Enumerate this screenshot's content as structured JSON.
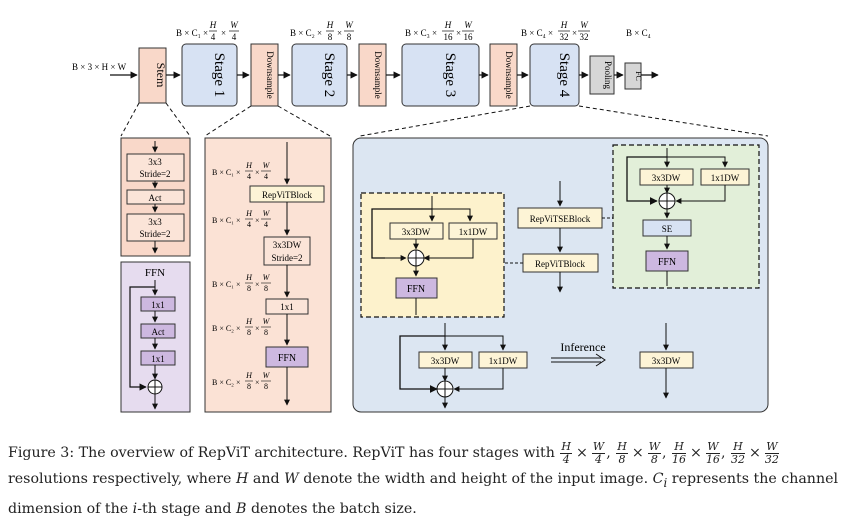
{
  "diagram": {
    "input_shape": "B × 3 × H × W",
    "stem": "Stem",
    "stage1": "Stage 1",
    "stage2": "Stage 2",
    "stage3": "Stage 3",
    "stage4": "Stage 4",
    "downsample": "Downsample",
    "pooling": "Pooling",
    "fc": "FC",
    "shape_prefix_c1": "B × C₁ ×",
    "shape_prefix_c2": "B × C₂ ×",
    "shape_prefix_c3": "B × C₃ ×",
    "shape_prefix_c4": "B × C₄ ×",
    "shape_out": "B × C₄",
    "stem_detail": {
      "conv1_line1": "3x3",
      "conv1_line2": "Stride=2",
      "act": "Act",
      "conv2_line1": "3x3",
      "conv2_line2": "Stride=2"
    },
    "ffn_detail": {
      "title": "FFN",
      "conv1": "1x1",
      "act": "Act",
      "conv2": "1x1"
    },
    "downsample_detail": {
      "repvit_block": "RepViTBlock",
      "dw_line1": "3x3DW",
      "dw_line2": "Stride=2",
      "conv": "1x1",
      "ffn": "FFN"
    },
    "block_detail": {
      "dw": "3x3DW",
      "pw": "1x1DW",
      "ffn": "FFN",
      "se_block": "RepViTSEBlock",
      "repvit_block": "RepViTBlock",
      "se": "SE",
      "inference": "Inference"
    }
  },
  "caption": {
    "p1": "Figure 3: The overview of RepViT architecture. RepViT has four stages with",
    "p2": "resolutions respectively, where",
    "h": "H",
    "and": "and",
    "w": "W",
    "p3": "denote the width and height of the input image.",
    "ci": "C",
    "ci_sub": "i",
    "p4": "represents the channel",
    "p5": "dimension of the",
    "i": "i",
    "p6": "-th stage and",
    "b": "B",
    "p7": "denotes the batch size.",
    "fracs": [
      {
        "num": "H",
        "den": "4"
      },
      {
        "num": "W",
        "den": "4"
      },
      {
        "num": "H",
        "den": "8"
      },
      {
        "num": "W",
        "den": "8"
      },
      {
        "num": "H",
        "den": "16"
      },
      {
        "num": "W",
        "den": "16"
      },
      {
        "num": "H",
        "den": "32"
      },
      {
        "num": "W",
        "den": "32"
      }
    ]
  },
  "colors": {
    "stem_fill": "#f9d8c9",
    "stage_fill": "#d7e2f3",
    "downsample_fill": "#f9d8c9",
    "pooling_fill": "#d6d6d6",
    "ffn_panel": "#e6dcef",
    "ffn_box": "#cdb8e0",
    "downsample_panel": "#fbe2d5",
    "block_panel": "#dce6f2",
    "yellow_panel": "#fdf2cc",
    "green_panel": "#e2efd9",
    "box_light": "#fdf4d6"
  }
}
